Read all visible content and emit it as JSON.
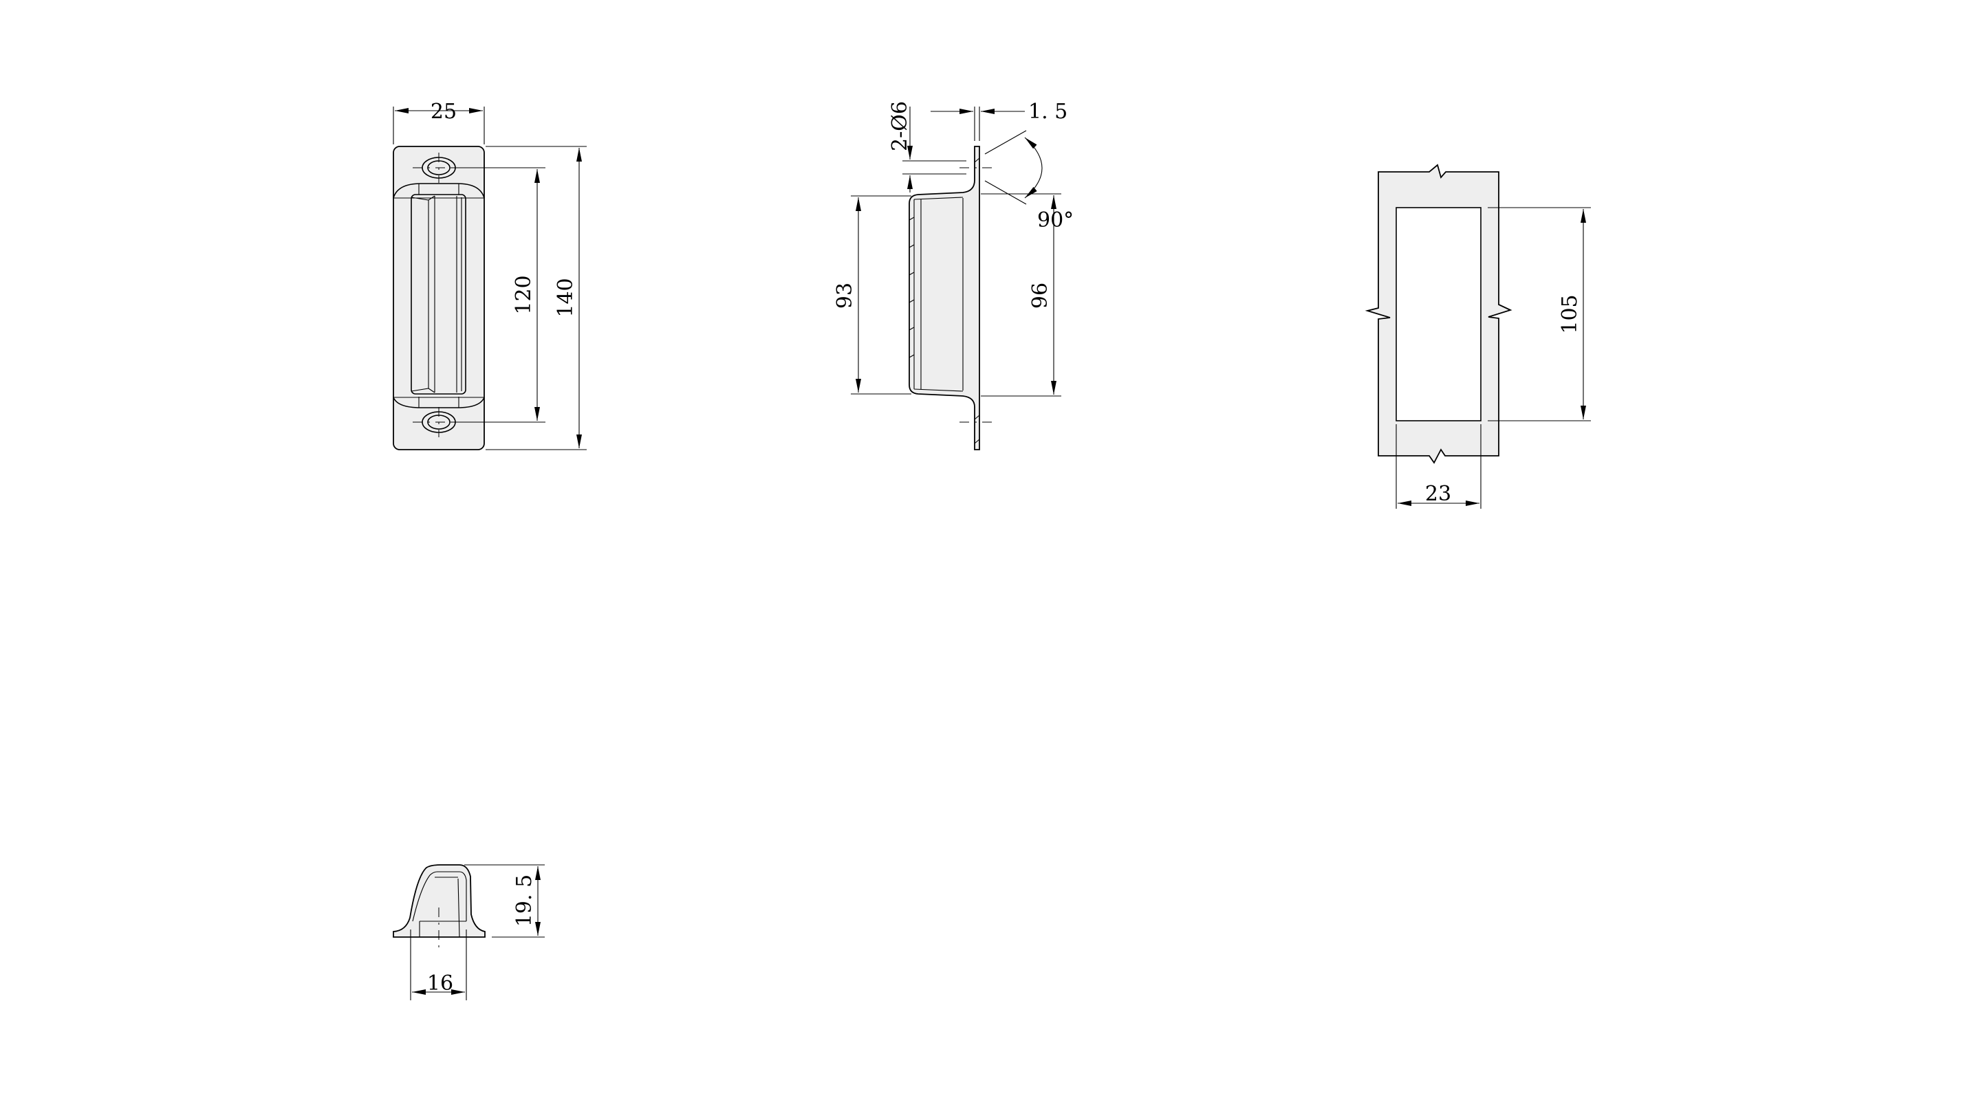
{
  "drawing": {
    "fill_color": "#eeeeee",
    "line_color": "#000000",
    "front_view": {
      "width": "25",
      "hole_pitch": "120",
      "length": "140"
    },
    "side_view": {
      "thickness": "1. 5",
      "holes": "2-Ø6",
      "angle": "90°",
      "inner_length": "93",
      "outer_length": "96"
    },
    "cutout_view": {
      "cutout_height": "105",
      "cutout_width": "23"
    },
    "end_view": {
      "depth": "19. 5",
      "width": "16"
    }
  }
}
